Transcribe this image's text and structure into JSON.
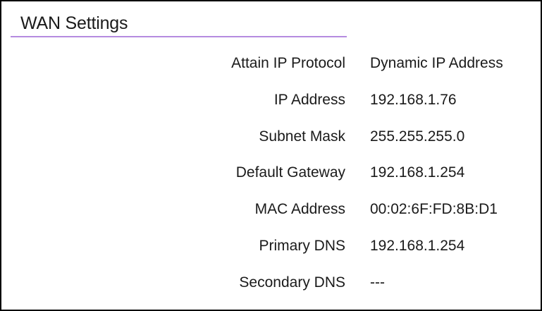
{
  "section": {
    "title": "WAN Settings"
  },
  "colors": {
    "title_rule": "#b58be0",
    "border": "#000000",
    "text": "#1a1a1a"
  },
  "rows": [
    {
      "label": "Attain IP Protocol",
      "value": "Dynamic IP Address"
    },
    {
      "label": "IP Address",
      "value": "192.168.1.76"
    },
    {
      "label": "Subnet Mask",
      "value": "255.255.255.0"
    },
    {
      "label": "Default Gateway",
      "value": "192.168.1.254"
    },
    {
      "label": "MAC Address",
      "value": "00:02:6F:FD:8B:D1"
    },
    {
      "label": "Primary DNS",
      "value": "192.168.1.254"
    },
    {
      "label": "Secondary DNS",
      "value": "---"
    }
  ]
}
